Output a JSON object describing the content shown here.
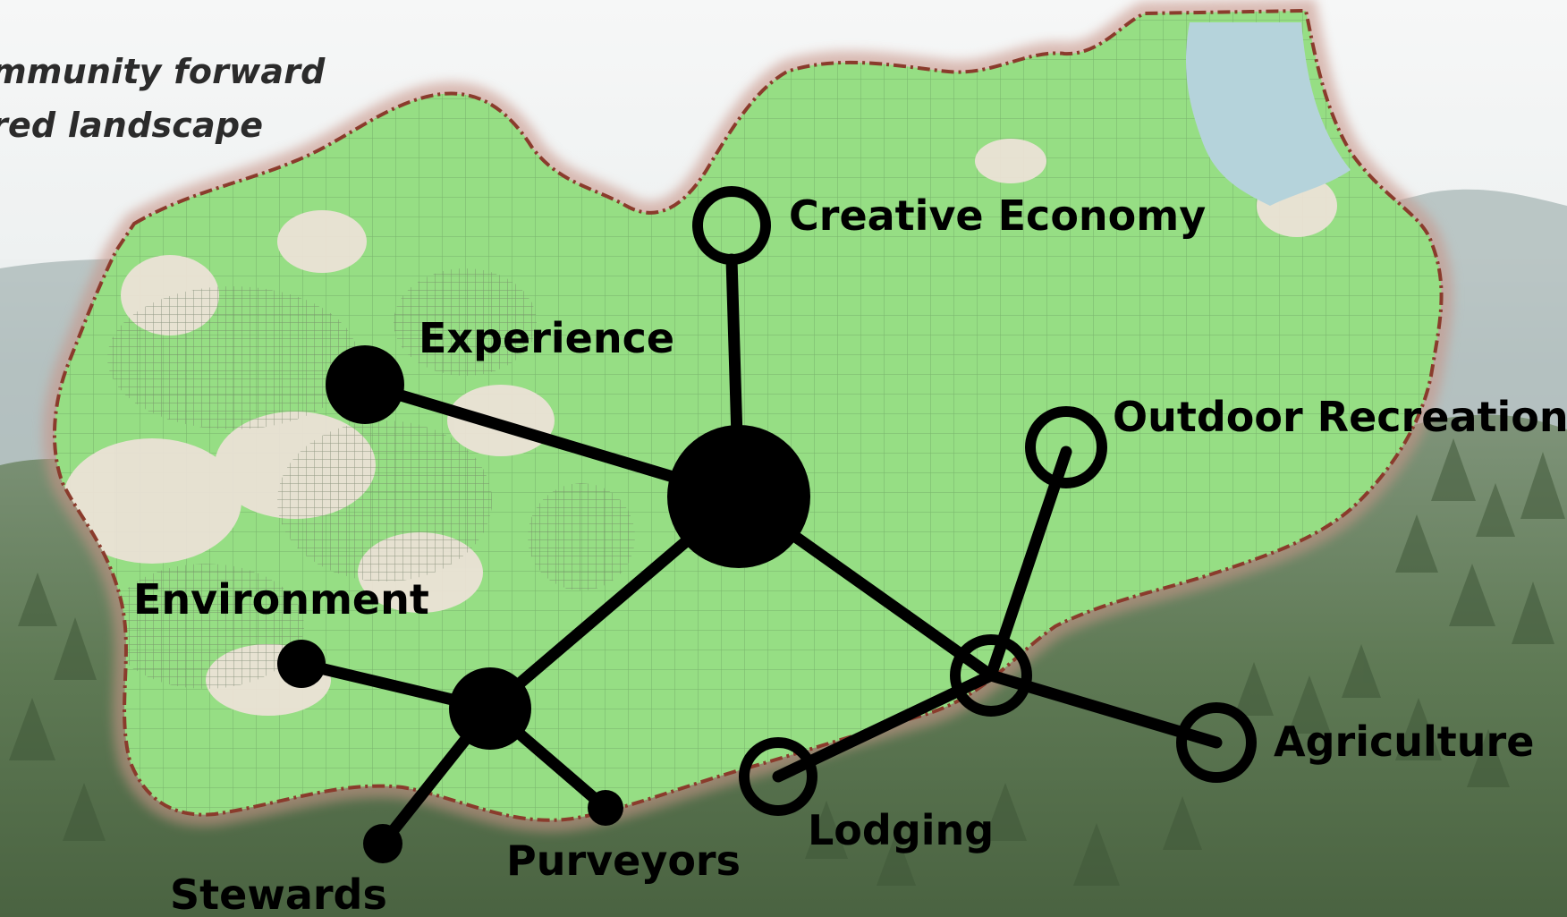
{
  "headline": {
    "line1": "mmunity forward",
    "line2": "red landscape"
  },
  "colors": {
    "sky_top": "#f4f6f6",
    "sky_bottom": "#dde3e4",
    "forest": "#4f6b45",
    "map_fill": "#8fdc7e",
    "map_border": "#8a3b2c",
    "lake": "#b3d4dc",
    "nodes": "#000000"
  },
  "diagram": {
    "hub": {
      "name": "hub-node",
      "style": "filled"
    },
    "nodes": [
      {
        "id": "creative_economy",
        "label": "Creative Economy",
        "style": "open"
      },
      {
        "id": "experience",
        "label": "Experience",
        "style": "filled"
      },
      {
        "id": "outdoor_recreation",
        "label": "Outdoor Recreation",
        "style": "open"
      },
      {
        "id": "environment",
        "label": "Environment",
        "style": "filled"
      },
      {
        "id": "stewards",
        "label": "Stewards",
        "style": "filled"
      },
      {
        "id": "purveyors",
        "label": "Purveyors",
        "style": "filled"
      },
      {
        "id": "lodging",
        "label": "Lodging",
        "style": "open"
      },
      {
        "id": "agriculture",
        "label": "Agriculture",
        "style": "open"
      }
    ]
  }
}
